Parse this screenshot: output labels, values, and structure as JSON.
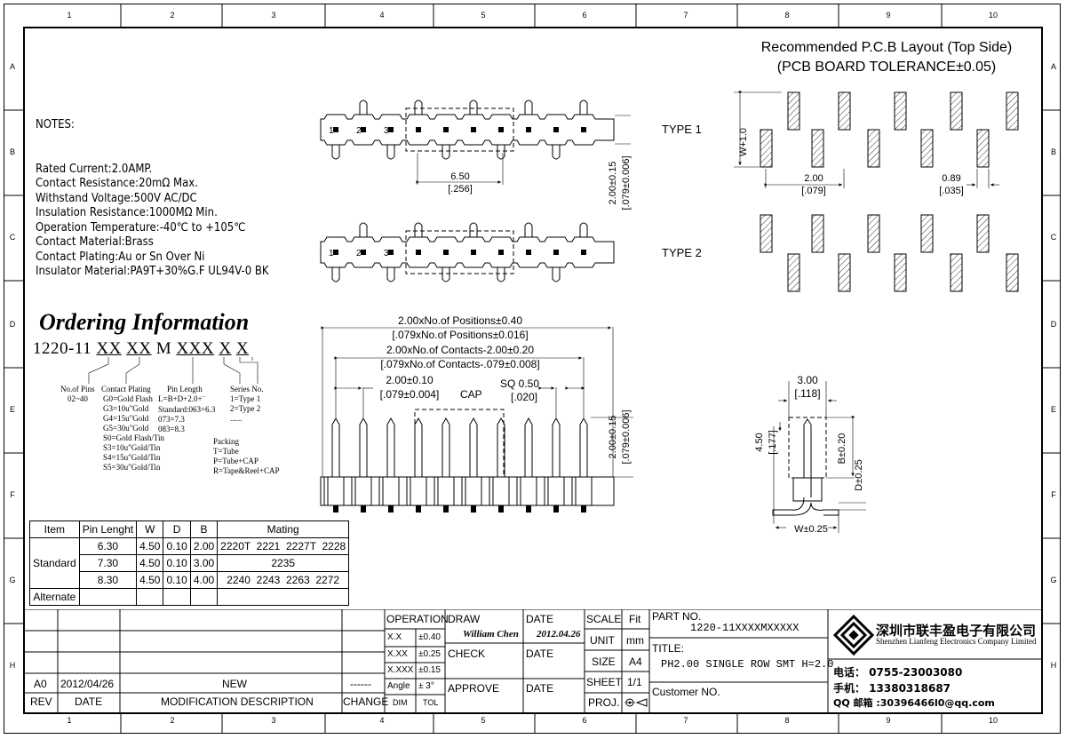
{
  "grid": {
    "columns": [
      "1",
      "2",
      "3",
      "4",
      "5",
      "6",
      "7",
      "8",
      "9",
      "10"
    ],
    "rows": [
      "A",
      "B",
      "C",
      "D",
      "E",
      "F",
      "G",
      "H"
    ]
  },
  "notes": {
    "heading": "NOTES:",
    "lines": [
      "Rated Current:2.0AMP.",
      "Contact Resistance:20mΩ Max.",
      "Withstand Voltage:500V AC/DC",
      "Insulation Resistance:1000MΩ Min.",
      "Operation Temperature:-40℃ to +105℃",
      "",
      "Contact Material:Brass",
      "Contact Plating:Au or Sn Over Ni",
      "Insulator Material:PA9T+30%G.F UL94V-0 BK"
    ]
  },
  "pcb_layout": {
    "title_line1": "Recommended P.C.B Layout (Top Side)",
    "title_line2": "(PCB BOARD TOLERANCE±0.05)",
    "type1": "TYPE 1",
    "type2": "TYPE 2",
    "dim_w": "W+1.0",
    "dim_pitch": "2.00",
    "dim_pitch_in": "[.079]",
    "dim_width": "0.89",
    "dim_width_in": "[.035]"
  },
  "top_view": {
    "pin_labels": [
      "1",
      "2",
      "3"
    ],
    "dim_650": "6.50",
    "dim_650_in": "[.256]",
    "dim_height": "2.00±0.15",
    "dim_height_in": "[.079±0.006]"
  },
  "front_view": {
    "dim_positions": "2.00xNo.of Positions±0.40",
    "dim_positions_in": "[.079xNo.of Positions±0.016]",
    "dim_contacts": "2.00xNo.of Contacts-2.00±0.20",
    "dim_contacts_in": "[.079xNo.of Contacts-.079±0.008]",
    "dim_pitch": "2.00±0.10",
    "dim_pitch_in": "[.079±0.004]",
    "cap": "CAP",
    "sq": "SQ 0.50",
    "sq_in": "[.020]",
    "dim_height": "2.00±0.15",
    "dim_height_in": "[.079±0.006]"
  },
  "side_view": {
    "dim_300": "3.00",
    "dim_300_in": "[.118]",
    "dim_450": "4.50",
    "dim_450_in": "[.177]",
    "dim_b": "B±0.20",
    "dim_d": "D±0.25",
    "dim_w": "W±0.25"
  },
  "ordering": {
    "title": "Ordering Information",
    "prefix": "1220-11",
    "codes": [
      "XX",
      "XX"
    ],
    "m": "M",
    "code3": "XXX",
    "code4": "X",
    "code5": "X",
    "no_pins_label": "No.of Pins",
    "no_pins_value": "02~40",
    "plating_label": "Contact Plating",
    "plating_values": [
      "G0=Gold Flash",
      "G3=10u\"Gold",
      "G4=15u\"Gold",
      "G5=30u\"Gold",
      "S0=Gold Flash/Tin",
      "S3=10u\"Gold/Tin",
      "S4=15u\"Gold/Tin",
      "S5=30u\"Gold/Tin"
    ],
    "length_label": "Pin Length",
    "length_formula": "L=B+D+2.0+",
    "length_values": [
      "Standard:063=6.3",
      "073=7.3",
      "083=8.3"
    ],
    "series_label": "Series No.",
    "series_values": [
      "1=Type 1",
      "2=Type 2",
      "......"
    ],
    "packing_label": "Packing",
    "packing_values": [
      "T=Tube",
      "P=Tube+CAP",
      "R=Tape&Reel+CAP"
    ]
  },
  "pin_table": {
    "headers": [
      "Item",
      "Pin Lenght",
      "W",
      "D",
      "B",
      "Mating"
    ],
    "standard_label": "Standard",
    "rows": [
      [
        "6.30",
        "4.50",
        "0.10",
        "2.00",
        "2220T  2221  2227T  2228"
      ],
      [
        "7.30",
        "4.50",
        "0.10",
        "3.00",
        "2235"
      ],
      [
        "8.30",
        "4.50",
        "0.10",
        "4.00",
        "2240  2243  2263  2272"
      ]
    ],
    "alternate_label": "Alternate"
  },
  "title_block": {
    "rev_rows": [
      {
        "rev": "A0",
        "date": "2012/04/26",
        "desc": "NEW",
        "change": "------"
      }
    ],
    "rev_header": {
      "rev": "REV",
      "date": "DATE",
      "desc": "MODIFICATION  DESCRIPTION",
      "change": "CHANGE"
    },
    "operation": "OPERATION",
    "tol_rows": [
      [
        "X.X",
        "±0.40"
      ],
      [
        "X.XX",
        "±0.25"
      ],
      [
        "X.XXX",
        "±0.15"
      ],
      [
        "Angle",
        "±  3°"
      ]
    ],
    "dim": "DIM",
    "tol": "TOL",
    "draw": "DRAW",
    "drawer": "William Chen",
    "date_label": "DATE",
    "draw_date": "2012.04.26",
    "check": "CHECK",
    "approve": "APPROVE",
    "scale": "SCALE",
    "scale_val": "Fit",
    "unit": "UNIT",
    "unit_val": "mm",
    "size": "SIZE",
    "size_val": "A4",
    "sheet": "SHEET",
    "sheet_val": "1/1",
    "proj": "PROJ.",
    "part_no_label": "PART NO.",
    "part_no": "1220-11XXXXMXXXXX",
    "title_label": "TITLE:",
    "title_val": "PH2.00 SINGLE ROW SMT H=2.0",
    "customer_label": "Customer NO.",
    "company_cn": "深圳市联丰盈电子有限公司",
    "company_en": "Shenzhen Lianfeng Electronics Company Limited",
    "phone": "电话： 0755-23003080",
    "mobile": "手机： 13380318687",
    "email": "QQ 邮箱 :30396466l0@qq.com"
  },
  "colors": {
    "line": "#000000",
    "hatch": "#000000"
  }
}
